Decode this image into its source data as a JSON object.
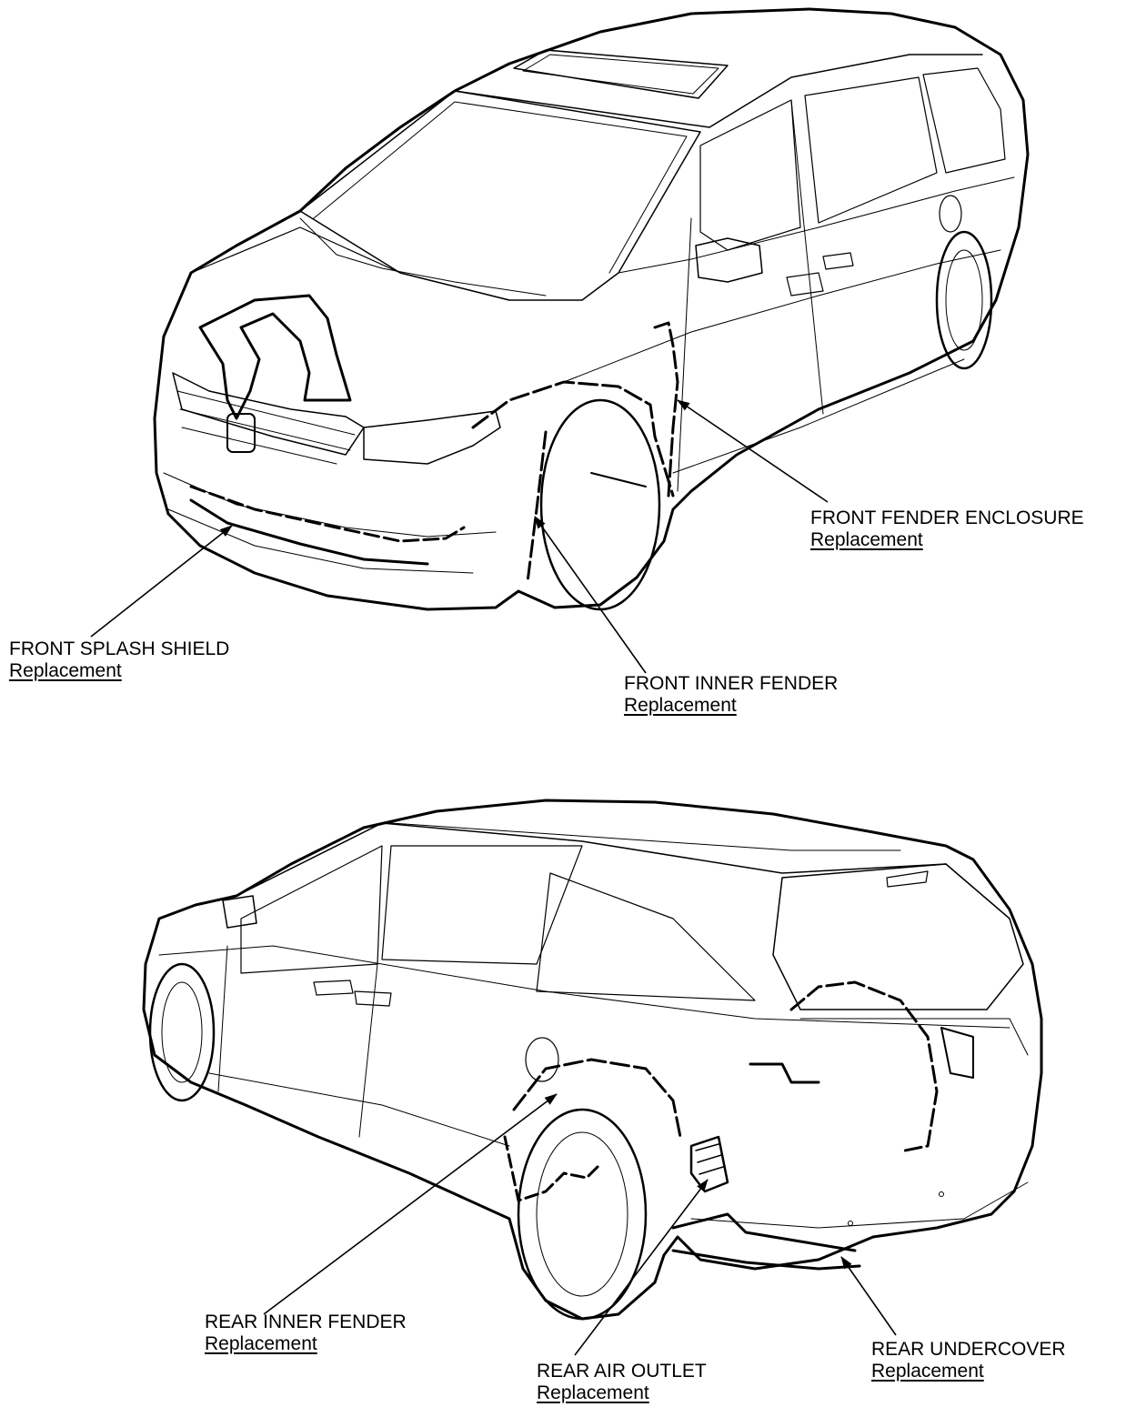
{
  "callouts": {
    "front_fender_enclosure": {
      "title": "FRONT FENDER ENCLOSURE",
      "link": "Replacement"
    },
    "front_splash_shield": {
      "title": "FRONT SPLASH SHIELD",
      "link": "Replacement"
    },
    "front_inner_fender": {
      "title": "FRONT INNER FENDER",
      "link": "Replacement"
    },
    "rear_inner_fender": {
      "title": "REAR INNER FENDER",
      "link": "Replacement"
    },
    "rear_undercover": {
      "title": "REAR UNDERCOVER",
      "link": "Replacement"
    },
    "rear_air_outlet": {
      "title": "REAR AIR OUTLET",
      "link": "Replacement"
    }
  },
  "colors": {
    "line": "#000000",
    "background": "#ffffff"
  }
}
